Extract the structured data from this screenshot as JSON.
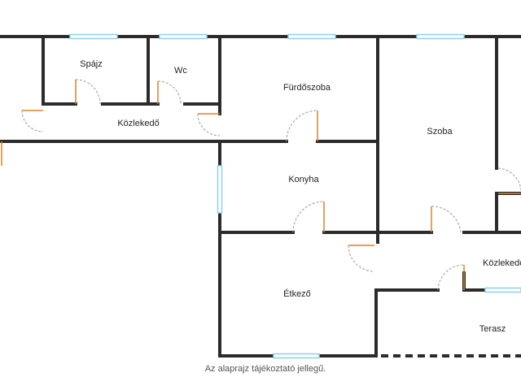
{
  "plan": {
    "rooms": {
      "spajz": "Spájz",
      "wc": "Wc",
      "furdoszoba": "Fürdőszoba",
      "szoba": "Szoba",
      "kozlekedo_left": "Közlekedő",
      "konyha": "Konyha",
      "etkezo": "Étkező",
      "kozlekedo_right": "Közlekedő",
      "terasz": "Terasz"
    },
    "note": "Az alaprajz tájékoztató jellegű."
  },
  "colors": {
    "wall": "#2b2b2b",
    "window": "#8fd0ea",
    "door": "#d9822b",
    "door_swing": "#9a9a9a",
    "text": "#222222"
  }
}
